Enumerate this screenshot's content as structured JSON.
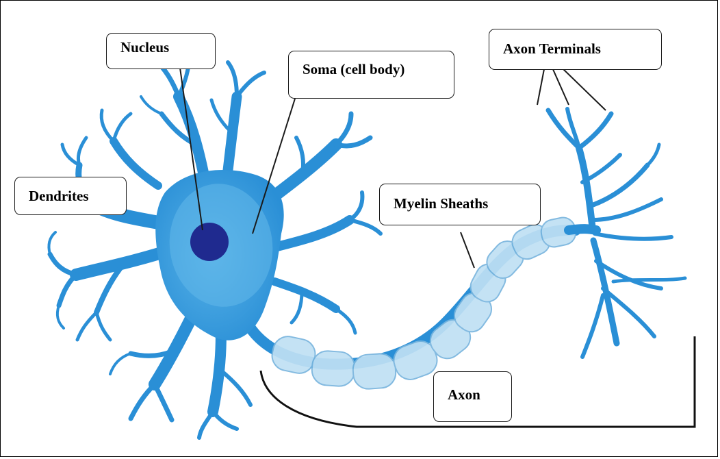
{
  "labels": {
    "nucleus": "Nucleus",
    "soma": "Soma (cell body)",
    "dendrites": "Dendrites",
    "axon_terminals": "Axon Terminals",
    "myelin_sheaths": "Myelin Sheaths",
    "axon": "Axon"
  },
  "colors": {
    "neuron_blue": "#2a8fd6",
    "soma_highlight": "#63b8e9",
    "nucleus": "#1f2a8f",
    "myelin_fill": "#bfe0f4",
    "myelin_stroke": "#79b5de",
    "outline": "#000000"
  }
}
